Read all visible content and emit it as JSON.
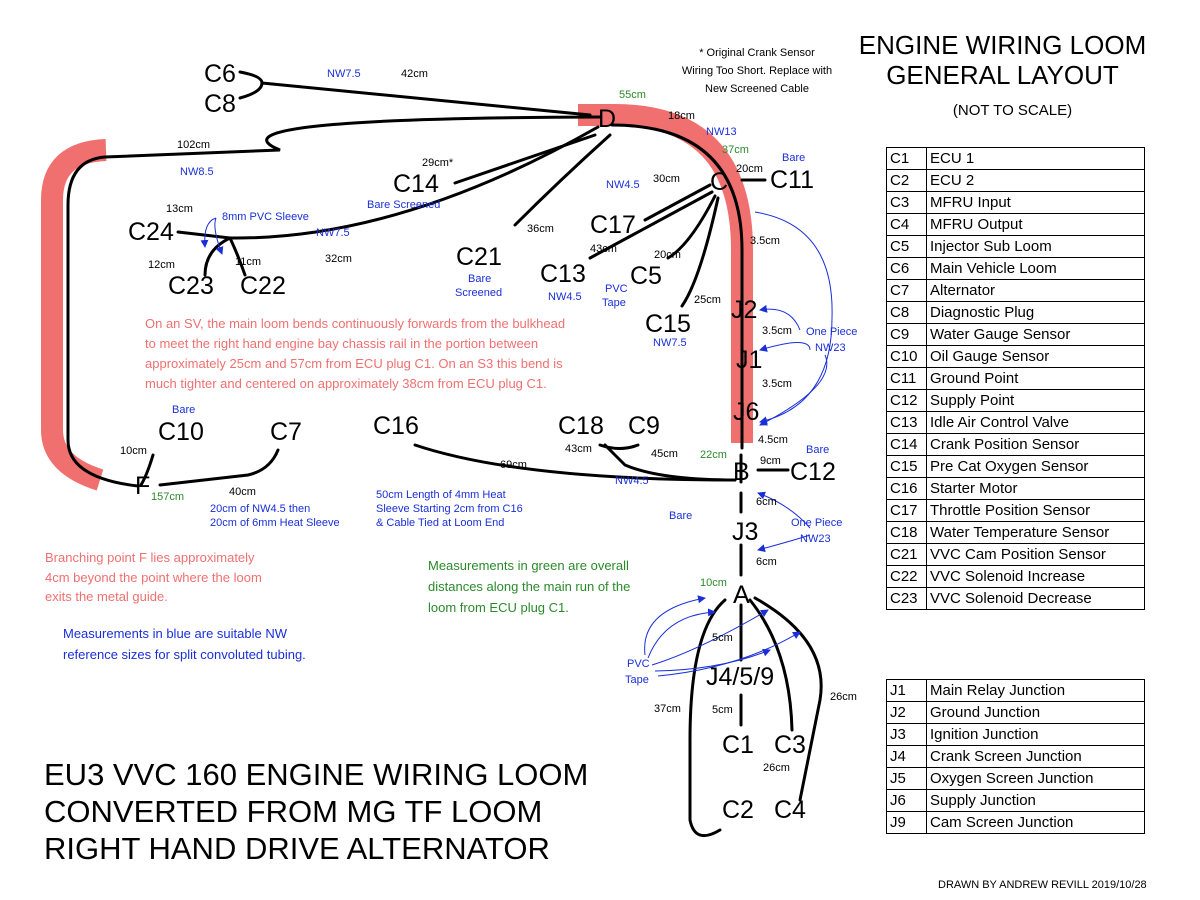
{
  "header": {
    "title_line1": "ENGINE WIRING LOOM",
    "title_line2": "GENERAL LAYOUT",
    "subtitle": "(NOT TO SCALE)"
  },
  "footer": {
    "title_line1": "EU3 VVC 160 ENGINE WIRING LOOM",
    "title_line2": "CONVERTED FROM MG TF LOOM",
    "title_line3": "RIGHT HAND DRIVE ALTERNATOR",
    "drawn_by": "DRAWN BY ANDREW REVILL 2019/10/28"
  },
  "colors": {
    "wire": "#000000",
    "main_run_highlight": "#f07070",
    "blue_note": "#1a2fd8",
    "green_note": "#2a8a2a",
    "red_note": "#f07070"
  },
  "connectors": [
    {
      "code": "C1",
      "desc": "ECU 1"
    },
    {
      "code": "C2",
      "desc": "ECU 2"
    },
    {
      "code": "C3",
      "desc": "MFRU Input"
    },
    {
      "code": "C4",
      "desc": "MFRU Output"
    },
    {
      "code": "C5",
      "desc": "Injector Sub Loom"
    },
    {
      "code": "C6",
      "desc": "Main Vehicle Loom"
    },
    {
      "code": "C7",
      "desc": "Alternator"
    },
    {
      "code": "C8",
      "desc": "Diagnostic Plug"
    },
    {
      "code": "C9",
      "desc": "Water Gauge Sensor"
    },
    {
      "code": "C10",
      "desc": "Oil Gauge Sensor"
    },
    {
      "code": "C11",
      "desc": "Ground Point"
    },
    {
      "code": "C12",
      "desc": "Supply Point"
    },
    {
      "code": "C13",
      "desc": "Idle Air Control Valve"
    },
    {
      "code": "C14",
      "desc": "Crank Position Sensor"
    },
    {
      "code": "C15",
      "desc": "Pre Cat Oxygen Sensor"
    },
    {
      "code": "C16",
      "desc": "Starter Motor"
    },
    {
      "code": "C17",
      "desc": "Throttle Position Sensor"
    },
    {
      "code": "C18",
      "desc": "Water Temperature Sensor"
    },
    {
      "code": "C21",
      "desc": "VVC Cam Position Sensor"
    },
    {
      "code": "C22",
      "desc": "VVC Solenoid Increase"
    },
    {
      "code": "C23",
      "desc": "VVC Solenoid Decrease"
    }
  ],
  "junctions": [
    {
      "code": "J1",
      "desc": "Main Relay Junction"
    },
    {
      "code": "J2",
      "desc": "Ground Junction"
    },
    {
      "code": "J3",
      "desc": "Ignition Junction"
    },
    {
      "code": "J4",
      "desc": "Crank Screen Junction"
    },
    {
      "code": "J5",
      "desc": "Oxygen Screen Junction"
    },
    {
      "code": "J6",
      "desc": "Supply Junction"
    },
    {
      "code": "J9",
      "desc": "Cam Screen Junction"
    }
  ],
  "diagram": {
    "node_labels": [
      {
        "id": "c6",
        "text": "C6"
      },
      {
        "id": "c8",
        "text": "C8"
      },
      {
        "id": "d",
        "text": "D"
      },
      {
        "id": "c",
        "text": "C"
      },
      {
        "id": "c11",
        "text": "C11"
      },
      {
        "id": "c14",
        "text": "C14"
      },
      {
        "id": "c24",
        "text": "C24"
      },
      {
        "id": "c23",
        "text": "C23"
      },
      {
        "id": "c22",
        "text": "C22"
      },
      {
        "id": "c21",
        "text": "C21"
      },
      {
        "id": "c17",
        "text": "C17"
      },
      {
        "id": "c13",
        "text": "C13"
      },
      {
        "id": "c5",
        "text": "C5"
      },
      {
        "id": "c15",
        "text": "C15"
      },
      {
        "id": "j2",
        "text": "J2"
      },
      {
        "id": "j1",
        "text": "J1"
      },
      {
        "id": "j6",
        "text": "J6"
      },
      {
        "id": "c10",
        "text": "C10"
      },
      {
        "id": "c7",
        "text": "C7"
      },
      {
        "id": "c16",
        "text": "C16"
      },
      {
        "id": "c18",
        "text": "C18"
      },
      {
        "id": "c9",
        "text": "C9"
      },
      {
        "id": "b",
        "text": "B"
      },
      {
        "id": "c12",
        "text": "C12"
      },
      {
        "id": "f",
        "text": "F"
      },
      {
        "id": "j3",
        "text": "J3"
      },
      {
        "id": "a",
        "text": "A"
      },
      {
        "id": "j459",
        "text": "J4/5/9"
      },
      {
        "id": "c1",
        "text": "C1"
      },
      {
        "id": "c3",
        "text": "C3"
      },
      {
        "id": "c2",
        "text": "C2"
      },
      {
        "id": "c4",
        "text": "C4"
      }
    ],
    "black_labels": [
      {
        "id": "42cm",
        "text": "42cm"
      },
      {
        "id": "18cm",
        "text": "18cm"
      },
      {
        "id": "102cm",
        "text": "102cm"
      },
      {
        "id": "29cm",
        "text": "29cm*"
      },
      {
        "id": "13cm",
        "text": "13cm"
      },
      {
        "id": "12cm",
        "text": "12cm"
      },
      {
        "id": "11cm",
        "text": "11cm"
      },
      {
        "id": "32cm",
        "text": "32cm"
      },
      {
        "id": "36cm",
        "text": "36cm"
      },
      {
        "id": "30cm",
        "text": "30cm"
      },
      {
        "id": "20cm_c11",
        "text": "20cm"
      },
      {
        "id": "43cm_c17",
        "text": "43cm"
      },
      {
        "id": "20cm_c5",
        "text": "20cm"
      },
      {
        "id": "25cm",
        "text": "25cm"
      },
      {
        "id": "3_5cm_a",
        "text": "3.5cm"
      },
      {
        "id": "3_5cm_b",
        "text": "3.5cm"
      },
      {
        "id": "3_5cm_c",
        "text": "3.5cm"
      },
      {
        "id": "4_5cm",
        "text": "4.5cm"
      },
      {
        "id": "10cm_f",
        "text": "10cm"
      },
      {
        "id": "40cm",
        "text": "40cm"
      },
      {
        "id": "69cm",
        "text": "69cm"
      },
      {
        "id": "43cm_c18",
        "text": "43cm"
      },
      {
        "id": "45cm",
        "text": "45cm"
      },
      {
        "id": "9cm",
        "text": "9cm"
      },
      {
        "id": "6cm_a",
        "text": "6cm"
      },
      {
        "id": "6cm_b",
        "text": "6cm"
      },
      {
        "id": "5cm_a",
        "text": "5cm"
      },
      {
        "id": "5cm_b",
        "text": "5cm"
      },
      {
        "id": "37cm_c2",
        "text": "37cm"
      },
      {
        "id": "26cm_a",
        "text": "26cm"
      },
      {
        "id": "26cm_b",
        "text": "26cm"
      }
    ],
    "blue_labels": [
      {
        "id": "nw7_5_top",
        "text": "NW7.5"
      },
      {
        "id": "nw13",
        "text": "NW13"
      },
      {
        "id": "nw8_5",
        "text": "NW8.5"
      },
      {
        "id": "bare_c11",
        "text": "Bare"
      },
      {
        "id": "nw4_5_c",
        "text": "NW4.5"
      },
      {
        "id": "bare_screened_c14",
        "text": "Bare Screened"
      },
      {
        "id": "pvc_sleeve",
        "text": "8mm PVC Sleeve"
      },
      {
        "id": "nw7_5_c24",
        "text": "NW7.5"
      },
      {
        "id": "bare_c21",
        "text": "Bare"
      },
      {
        "id": "screened_c21",
        "text": "Screened"
      },
      {
        "id": "nw4_5_c13",
        "text": "NW4.5"
      },
      {
        "id": "pvc_c5",
        "text": "PVC"
      },
      {
        "id": "tape_c5",
        "text": "Tape"
      },
      {
        "id": "nw7_5_c15",
        "text": "NW7.5"
      },
      {
        "id": "one_piece_1",
        "text": "One Piece"
      },
      {
        "id": "nw23_1",
        "text": "NW23"
      },
      {
        "id": "bare_c10",
        "text": "Bare"
      },
      {
        "id": "bare_c12",
        "text": "Bare"
      },
      {
        "id": "nw4_5_b",
        "text": "NW4.5"
      },
      {
        "id": "bare_b",
        "text": "Bare"
      },
      {
        "id": "one_piece_2",
        "text": "One Piece"
      },
      {
        "id": "nw23_2",
        "text": "NW23"
      },
      {
        "id": "c7_note_1",
        "text": "20cm of NW4.5 then"
      },
      {
        "id": "c7_note_2",
        "text": "20cm of 6mm Heat Sleeve"
      },
      {
        "id": "c16_note_1",
        "text": "50cm Length of 4mm Heat"
      },
      {
        "id": "c16_note_2",
        "text": "Sleeve Starting 2cm from C16"
      },
      {
        "id": "c16_note_3",
        "text": "& Cable Tied at Loom End"
      },
      {
        "id": "pvc_a",
        "text": "PVC"
      },
      {
        "id": "tape_a",
        "text": "Tape"
      },
      {
        "id": "blue_note_1",
        "text": "Measurements in blue are suitable NW"
      },
      {
        "id": "blue_note_2",
        "text": "reference sizes for split convoluted tubing."
      }
    ],
    "green_labels": [
      {
        "id": "55cm",
        "text": "55cm"
      },
      {
        "id": "37cm",
        "text": "37cm"
      },
      {
        "id": "22cm",
        "text": "22cm"
      },
      {
        "id": "157cm",
        "text": "157cm"
      },
      {
        "id": "10cm_a",
        "text": "10cm"
      },
      {
        "id": "green_note_1",
        "text": "Measurements in green are overall"
      },
      {
        "id": "green_note_2",
        "text": "distances along the main run of the"
      },
      {
        "id": "green_note_3",
        "text": "loom from ECU plug C1."
      }
    ],
    "red_labels": [
      {
        "id": "sv_1",
        "text": "On an SV, the main loom bends continuously forwards from the bulkhead"
      },
      {
        "id": "sv_2",
        "text": "to meet the right hand engine bay chassis rail in the portion between"
      },
      {
        "id": "sv_3",
        "text": " approximately 25cm and 57cm from ECU plug C1. On an S3 this bend is"
      },
      {
        "id": "sv_4",
        "text": "much tighter and centered on approximately 38cm from ECU plug C1."
      },
      {
        "id": "f_1",
        "text": "Branching point F lies approximately"
      },
      {
        "id": "f_2",
        "text": "4cm beyond the point where the loom"
      },
      {
        "id": "f_3",
        "text": "exits the metal guide."
      }
    ],
    "crank_note": [
      {
        "id": "crank_1",
        "text": "* Original Crank Sensor"
      },
      {
        "id": "crank_2",
        "text": "Wiring Too Short. Replace with"
      },
      {
        "id": "crank_3",
        "text": "New Screened Cable"
      }
    ]
  }
}
